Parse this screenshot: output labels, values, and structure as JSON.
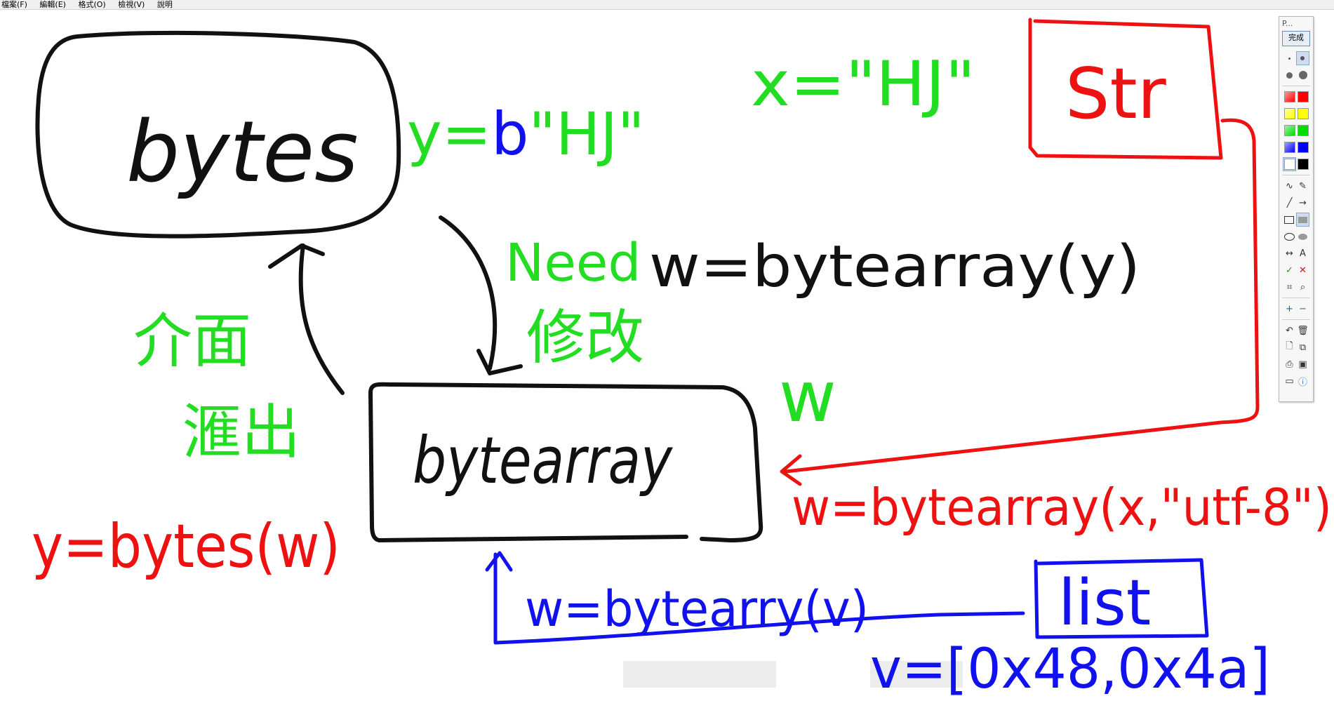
{
  "menu": {
    "file": "檔案(F)",
    "edit": "編輯(E)",
    "format": "格式(O)",
    "view": "檢視(V)",
    "help": "說明"
  },
  "colors": {
    "ink_black": "#111111",
    "ink_green": "#22dd22",
    "ink_red": "#ee1111",
    "ink_blue": "#1111ee"
  },
  "board": {
    "bytes_label": "bytes",
    "bytearray_label": "bytearray",
    "str_label": "Str",
    "list_label": "list",
    "y_assign": "y=b\"HJ\"",
    "y_assign_parts": {
      "pre": "y=",
      "b": "b",
      "post": "\"HJ\""
    },
    "x_assign": "x=\"HJ\"",
    "need_label": "Need",
    "modify_label": "修改",
    "bytearray_call_y": "w=bytearray(y)",
    "w_label": "w",
    "value_label": "介面",
    "export_label": "滙出",
    "bytes_call": "y=bytes(w)",
    "bytearray_call_x": "w=bytearray(x,\"utf-8\")",
    "bytearray_call_v": "w=bytearry(v)",
    "list_value": "v=[0x48,0x4a]"
  },
  "palette": {
    "title": "P...",
    "done_label": "完成",
    "colors": [
      "#ff0000",
      "#ffff00",
      "#00dd00",
      "#0000ff",
      "#ffffff",
      "#000000"
    ],
    "tools": [
      "freehand-icon",
      "eraser-icon",
      "line-icon",
      "arrow-icon",
      "rectangle-icon",
      "filled-rectangle-icon",
      "ellipse-icon",
      "filled-ellipse-icon",
      "double-arrow-icon",
      "text-icon",
      "check-icon",
      "cross-icon",
      "crop-icon",
      "zoom-icon",
      "plus-icon",
      "minus-icon",
      "undo-icon",
      "delete-icon",
      "new-page-icon",
      "copy-icon",
      "print-icon",
      "save-icon",
      "screen-icon",
      "info-icon"
    ],
    "text_tool_glyph": "A"
  }
}
